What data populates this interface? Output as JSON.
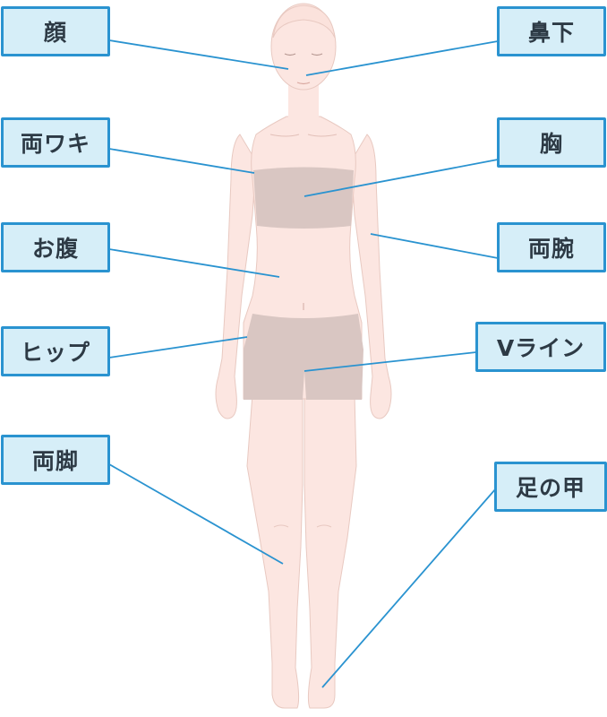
{
  "labels": {
    "face": "顔",
    "under_nose": "鼻下",
    "underarms": "両ワキ",
    "chest": "胸",
    "belly": "お腹",
    "arms": "両腕",
    "hip": "ヒップ",
    "v_line": "Vライン",
    "legs": "両脚",
    "top_of_foot": "足の甲"
  },
  "colors": {
    "label_fill": "#d6eef8",
    "label_border": "#2a93d0",
    "leader_line": "#2a93d0",
    "skin": "#fce6e1",
    "skin_outline": "#e8c9c1",
    "garment": "#d9c6c2"
  }
}
